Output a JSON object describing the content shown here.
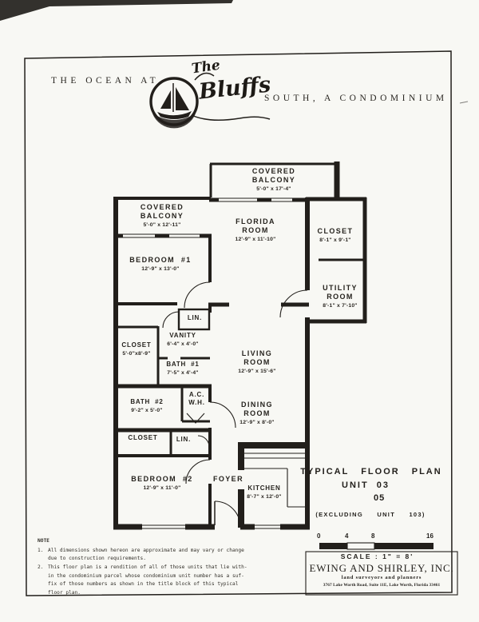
{
  "header": {
    "prefix": "THE  OCEAN  AT",
    "logo_script_1": "The",
    "logo_script_2": "Bluffs",
    "suffix": "SOUTH,  A  CONDOMINIUM"
  },
  "rooms": [
    {
      "name": "COVERED\nBALCONY",
      "dims": "5'-0\" x 17'-4\""
    },
    {
      "name": "COVERED\nBALCONY",
      "dims": "5'-0\" x 12'-11\""
    },
    {
      "name": "FLORIDA\nROOM",
      "dims": "12'-9\" x 11'-10\""
    },
    {
      "name": "CLOSET",
      "dims": "8'-1\" x 9'-1\""
    },
    {
      "name": "UTILITY\nROOM",
      "dims": "8'-1\" x 7'-10\""
    },
    {
      "name": "BEDROOM  #1",
      "dims": "12'-9\" x 13'-0\""
    },
    {
      "name": "LIN."
    },
    {
      "name": "VANITY",
      "dims": "6'-4\" x 4'-0\""
    },
    {
      "name": "CLOSET",
      "dims": "5'-0\"x8'-9\""
    },
    {
      "name": "BATH  #1",
      "dims": "7'-5\" x 4'-4\""
    },
    {
      "name": "LIVING\nROOM",
      "dims": "12'-9\" x 15'-6\""
    },
    {
      "name": "BATH  #2",
      "dims": "9'-2\" x 5'-0\""
    },
    {
      "name": "A.C.\nW.H."
    },
    {
      "name": "DINING\nROOM",
      "dims": "12'-9\" x 8'-0\""
    },
    {
      "name": "CLOSET"
    },
    {
      "name": "LIN."
    },
    {
      "name": "BEDROOM  #2",
      "dims": "12'-9\" x 11'-0\""
    },
    {
      "name": "FOYER"
    },
    {
      "name": "KITCHEN",
      "dims": "8'-7\" x 12'-0\""
    }
  ],
  "title_block": {
    "line1": "TYPICAL FLOOR PLAN",
    "line2": "UNIT  03",
    "line3": "05",
    "line4": "(EXCLUDING UNIT 103)"
  },
  "scale": {
    "ticks": [
      "0",
      "4",
      "8",
      "16"
    ],
    "label": "SCALE : 1\" = 8'"
  },
  "firm": {
    "name": "EWING AND SHIRLEY, INC.",
    "tagline": "land surveyors and planners",
    "address": "3767 Lake Worth Road, Suite 11E, Lake Worth, Florida 33461"
  },
  "note": {
    "heading": "NOTE",
    "items": [
      {
        "num": "1.",
        "text": "All dimensions shown hereon are approximate and may vary or change\ndue to construction requirements."
      },
      {
        "num": "2.",
        "text": "This floor plan is a rendition of all of those units that lie with-\nin the condominium parcel whose condominium unit number has a suf-\nfix of those numbers as shown in the title block of this typical\nfloor plan."
      }
    ]
  },
  "colors": {
    "ink": "#221f1b",
    "paper": "#f8f8f4"
  }
}
